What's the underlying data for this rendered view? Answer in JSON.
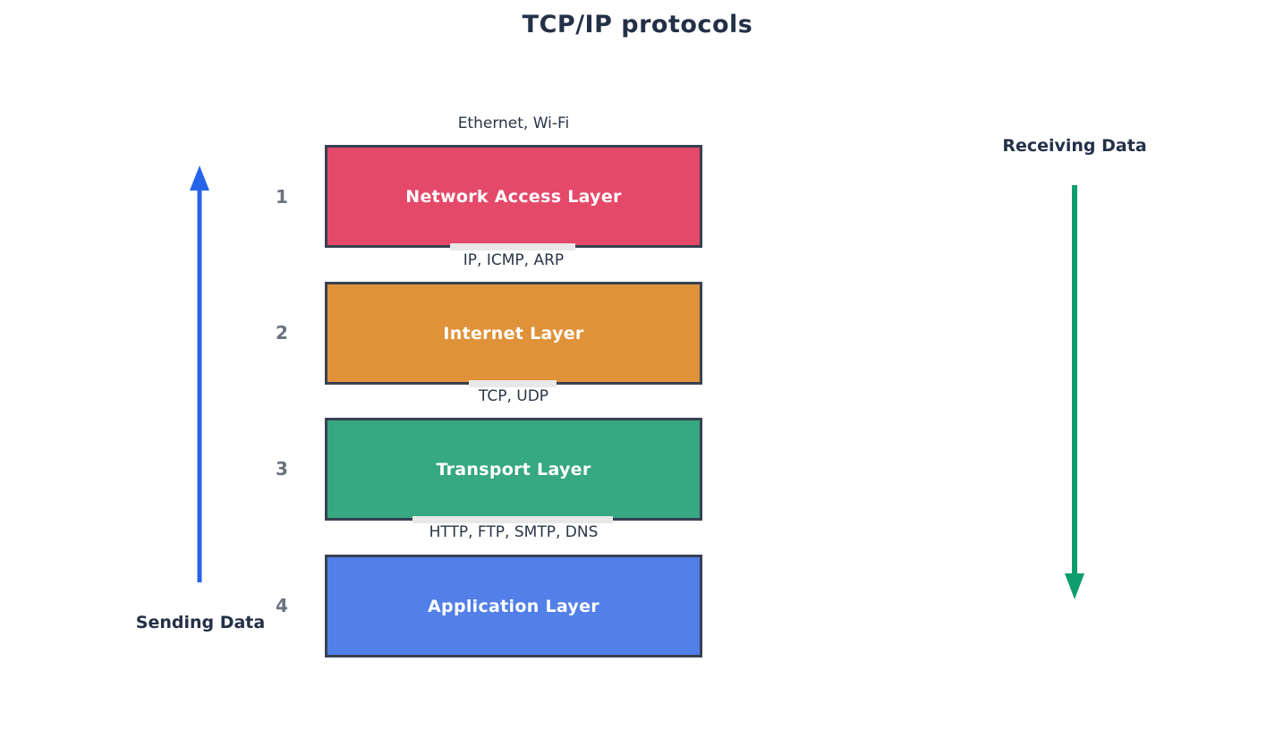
{
  "title": "TCP/IP protocols",
  "layers": [
    {
      "number": "1",
      "name": "Network Access Layer",
      "protocols": "Ethernet, Wi-Fi",
      "color": "#e5496a"
    },
    {
      "number": "2",
      "name": "Internet Layer",
      "protocols": "IP, ICMP, ARP",
      "color": "#e0923a"
    },
    {
      "number": "3",
      "name": "Transport Layer",
      "protocols": "TCP, UDP",
      "color": "#36a882"
    },
    {
      "number": "4",
      "name": "Application Layer",
      "protocols": "HTTP, FTP, SMTP, DNS",
      "color": "#527fe8"
    }
  ],
  "sending_label": "Sending Data",
  "receiving_label": "Receiving Data",
  "colors": {
    "title_text": "#233047",
    "label_text": "#2a3547",
    "number_text": "#6b7280",
    "box_border": "#374151",
    "sending_arrow": "#2563eb",
    "receiving_arrow": "#0e9d6e",
    "label_band": "#e8e8e8"
  }
}
